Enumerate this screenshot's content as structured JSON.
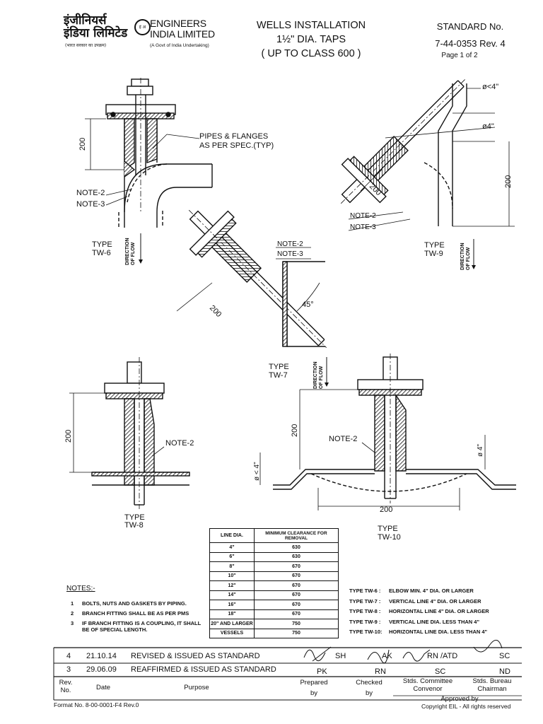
{
  "header": {
    "logo_hindi_line1": "इंजीनियर्स",
    "logo_hindi_line2": "इंडिया लिमिटेड",
    "logo_badge": "इं अ",
    "logo_en_line1": "ENGINEERS",
    "logo_en_line2": "INDIA LIMITED",
    "logo_sub": "(A Govt of India Undertaking)",
    "logo_tagline": "(भारत सरकार का उपक्रम)",
    "title_line1": "WELLS INSTALLATION",
    "title_line2": "1½\" DIA. TAPS",
    "title_line3": "( UP TO CLASS 600 )",
    "standard_label": "STANDARD No.",
    "standard_number": "7-44-0353  Rev. 4",
    "page": "Page 1 of 2"
  },
  "drawing": {
    "tw6_type": "TYPE",
    "tw6_name": "TW-6",
    "tw6_dim": "200",
    "pipes_label1": "PIPES & FLANGES",
    "pipes_label2": "AS PER SPEC.(TYP)",
    "note2": "NOTE-2",
    "note3": "NOTE-3",
    "flow1": "DIRECTION",
    "flow2": "OF FLOW",
    "tw9_type": "TYPE",
    "tw9_name": "TW-9",
    "tw9_dim_lt4": "ø<4\"",
    "tw9_dim_4": "ø4\"",
    "tw9_dim_200a": "200",
    "tw9_dim_200b": "200",
    "tw7_type": "TYPE",
    "tw7_name": "TW-7",
    "tw7_dim": "200",
    "tw7_angle": "45°",
    "tw8_type": "TYPE",
    "tw8_name": "TW-8",
    "tw8_dim": "200",
    "tw10_type": "TYPE",
    "tw10_name": "TW-10",
    "tw10_dim_v": "200",
    "tw10_dim_h": "200",
    "tw10_dim_lt4": "ø < 4\"",
    "tw10_dim_4": "ø 4\""
  },
  "clearance_table": {
    "col1": "LINE DIA.",
    "col2": "MINIMUM CLEARANCE FOR REMOVAL",
    "rows": [
      [
        "4\"",
        "630"
      ],
      [
        "6\"",
        "630"
      ],
      [
        "8\"",
        "670"
      ],
      [
        "10\"",
        "670"
      ],
      [
        "12\"",
        "670"
      ],
      [
        "14\"",
        "670"
      ],
      [
        "16\"",
        "670"
      ],
      [
        "18\"",
        "670"
      ],
      [
        "20\" AND LARGER",
        "750"
      ],
      [
        "VESSELS",
        "750"
      ]
    ]
  },
  "notes": {
    "heading": "NOTES:-",
    "items": [
      {
        "num": "1",
        "text": "BOLTS, NUTS AND GASKETS BY PIPING."
      },
      {
        "num": "2",
        "text": "BRANCH FITTING SHALL BE AS PER PMS"
      },
      {
        "num": "3",
        "text": "IF BRANCH FITTING IS A COUPLING, IT SHALL BE OF SPECIAL LENGTH."
      }
    ]
  },
  "type_legend": [
    {
      "type": "TYPE TW-6 :",
      "desc": "ELBOW MIN. 4\" DIA. OR LARGER"
    },
    {
      "type": "TYPE TW-7 :",
      "desc": "VERTICAL LINE 4\" DIA. OR LARGER"
    },
    {
      "type": "TYPE TW-8 :",
      "desc": "HORIZONTAL LINE 4\" DIA. OR LARGER"
    },
    {
      "type": "TYPE TW-9 :",
      "desc": "VERTICAL LINE DIA. LESS THAN 4\""
    },
    {
      "type": "TYPE TW-10:",
      "desc": "HORIZONTAL LINE DIA. LESS THAN 4\""
    }
  ],
  "revisions": [
    {
      "rev": "4",
      "date": "21.10.14",
      "purpose": "REVISED & ISSUED AS STANDARD",
      "prepared": "SH",
      "checked": "AK",
      "convenor": "RN /ATD",
      "chairman": "SC"
    },
    {
      "rev": "3",
      "date": "29.06.09",
      "purpose": "REAFFIRMED & ISSUED AS STANDARD",
      "prepared": "PK",
      "checked": "RN",
      "convenor": "SC",
      "chairman": "ND"
    }
  ],
  "footer_headers": {
    "rev_line1": "Rev.",
    "rev_line2": "No.",
    "date": "Date",
    "purpose": "Purpose",
    "prepared_line1": "Prepared",
    "prepared_line2": "by",
    "checked_line1": "Checked",
    "checked_line2": "by",
    "convenor_line1": "Stds. Committee",
    "convenor_line2": "Convenor",
    "chairman_line1": "Stds. Bureau",
    "chairman_line2": "Chairman",
    "approved": "Approved by"
  },
  "footer": {
    "format": "Format No. 8-00-0001-F4 Rev.0",
    "copyright": "Copyright EIL - All rights reserved"
  }
}
